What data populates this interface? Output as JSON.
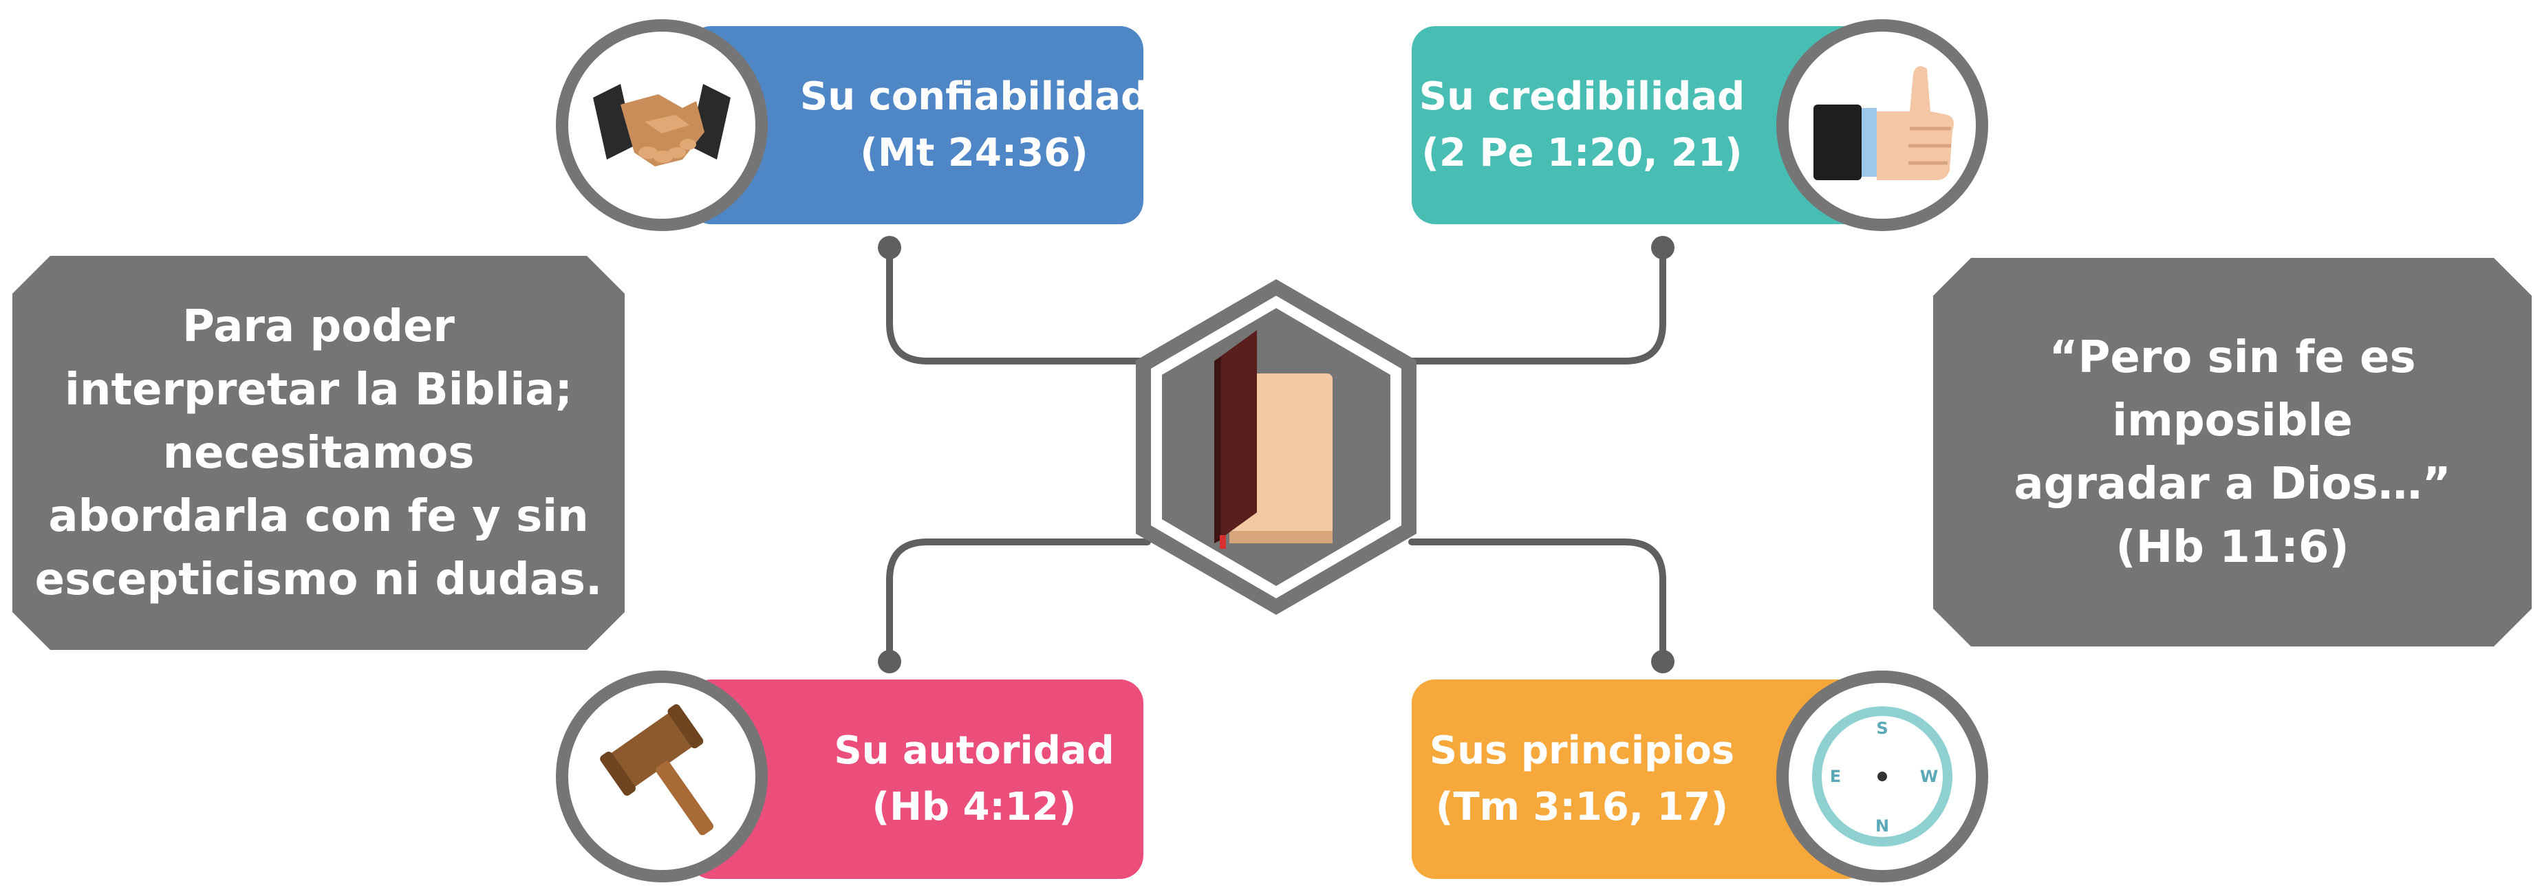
{
  "left_box": {
    "lines": [
      "Para poder",
      "interpretar la Biblia;",
      "necesitamos",
      "abordarla con fe y sin",
      "escepticismo ni dudas."
    ]
  },
  "right_box": {
    "lines": [
      "“Pero sin fe es",
      "imposible",
      "agradar a Dios…”",
      "(Hb 11:6)"
    ]
  },
  "cards": {
    "top_left": {
      "title": "Su confiabilidad",
      "ref": "(Mt 24:36)",
      "color": "#4F86C6",
      "icon": "handshake-icon"
    },
    "top_right": {
      "title": "Su credibilidad",
      "ref": "(2 Pe 1:20, 21)",
      "color": "#47BDB4",
      "icon": "thumbs-up-icon"
    },
    "bottom_left": {
      "title": "Su autoridad",
      "ref": "(Hb 4:12)",
      "color": "#EC4E7C",
      "icon": "gavel-icon"
    },
    "bottom_right": {
      "title": "Sus principios",
      "ref": "(Tm 3:16, 17)",
      "color": "#F6A83A",
      "icon": "compass-icon"
    }
  },
  "compass_letters": {
    "n": "N",
    "s": "S",
    "e": "E",
    "w": "W"
  },
  "center": {
    "icon": "bible-book-icon"
  },
  "colors": {
    "gray": "#757575",
    "connector": "#5f5f5f",
    "white": "#ffffff"
  }
}
